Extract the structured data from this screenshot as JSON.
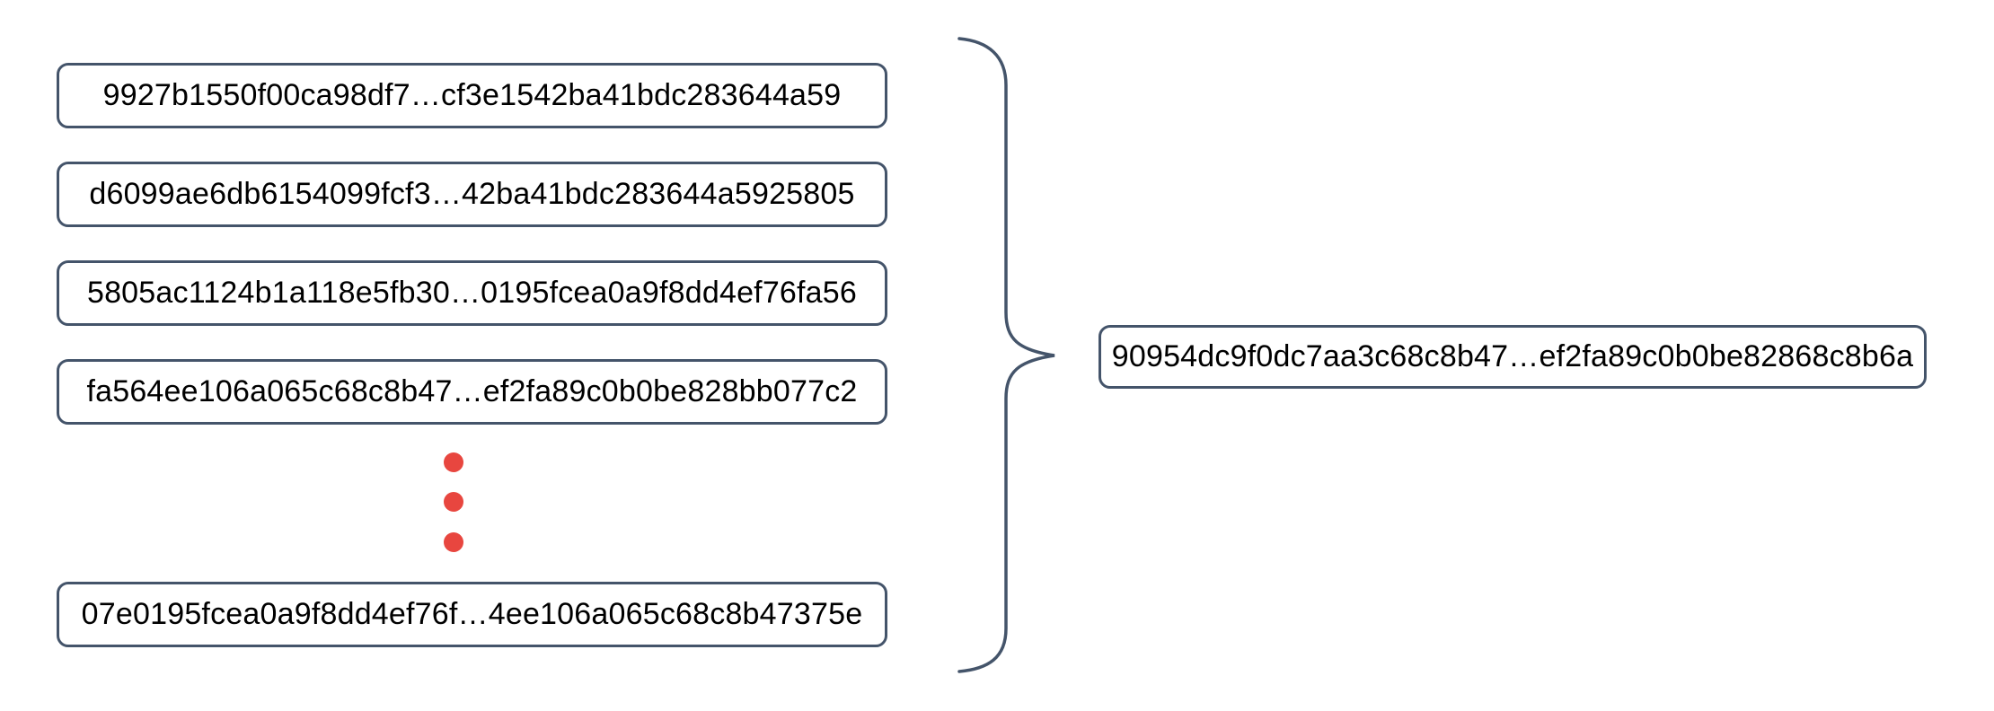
{
  "left_column": {
    "items": [
      "9927b1550f00ca98df7…cf3e1542ba41bdc283644a59",
      "d6099ae6db6154099fcf3…42ba41bdc283644a5925805",
      "5805ac1124b1a118e5fb30…0195fcea0a9f8dd4ef76fa56",
      "fa564ee106a065c68c8b47…ef2fa89c0b0be828bb077c2",
      "07e0195fcea0a9f8dd4ef76f…4ee106a065c68c8b47375e"
    ]
  },
  "result_box": {
    "text": "90954dc9f0dc7aa3c68c8b47…ef2fa89c0b0be82868c8b6a"
  },
  "ellipsis": {
    "dot_count": 3
  },
  "colors": {
    "box_border": "#44546A",
    "brace": "#44546A",
    "dot_red": "#E8463F",
    "text": "#000000",
    "background": "#FFFFFF"
  }
}
